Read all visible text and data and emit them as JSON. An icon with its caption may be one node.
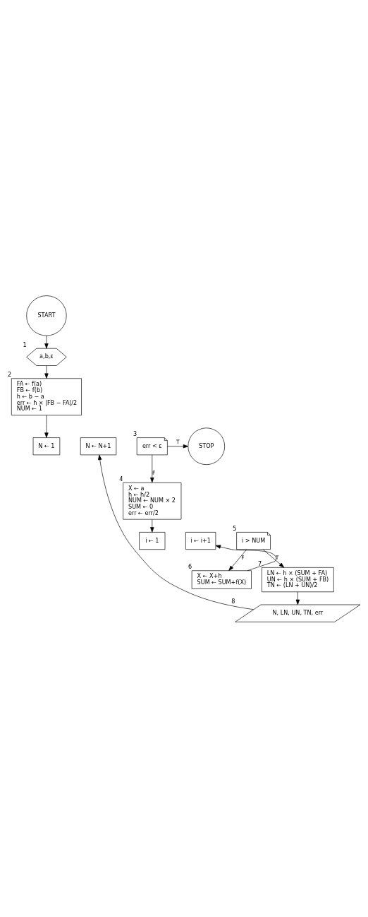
{
  "diagram": {
    "nodes": [
      {
        "text": [
          "START"
        ]
      },
      {
        "text": [
          "a,b,ε"
        ],
        "beside": [
          "1"
        ]
      },
      {
        "text": [
          "FA ← f(a)",
          "FB ← f(b)",
          "h ← b − a",
          "err ← h × |FB − FA|/2",
          "NUM ← 1"
        ],
        "beside": [
          "2"
        ]
      },
      {
        "text": [
          "N ← 1"
        ]
      },
      {
        "text": [
          "N ← N+1"
        ]
      },
      {
        "text": [
          "err < ε"
        ],
        "beside": [
          "3"
        ]
      },
      {
        "text": [
          "STOP"
        ]
      },
      {
        "text": [
          "X ← a",
          "h ← h/2",
          "NUM ← NUM × 2",
          "SUM ← 0",
          "err ← err/2"
        ],
        "beside": [
          "4"
        ]
      },
      {
        "text": [
          "i ← 1"
        ]
      },
      {
        "text": [
          "i ← i+1"
        ]
      },
      {
        "text": [
          "i > NUM"
        ],
        "beside": [
          "5"
        ]
      },
      {
        "text": [
          "X ← X+h",
          "SUM ← SUM+f(X)"
        ],
        "beside": [
          "6"
        ]
      },
      {
        "text": [
          "LN ← h × (SUM + FA)",
          "UN ← h × (SUM + FB)",
          "TN ← (LN + UN)/2"
        ],
        "beside": [
          "7"
        ]
      },
      {
        "text": [
          "N, LN, UN, TN, err"
        ],
        "beside": [
          "8"
        ]
      }
    ],
    "edges": [
      {
        "from": 0,
        "to": 1,
        "arrow": "to"
      },
      {
        "from": 1,
        "to": 2,
        "arrow": "to"
      },
      {
        "from": 2,
        "to": 3,
        "arrow": "to"
      },
      {
        "from": 5,
        "to": 6,
        "arrow": "to",
        "label": "T"
      },
      {
        "from": 5,
        "to": 7,
        "arrow": "to",
        "label": "F"
      },
      {
        "from": 7,
        "to": 8,
        "arrow": "to"
      },
      {
        "from": 10,
        "to": 12,
        "arrow": "to",
        "label": "T"
      },
      {
        "from": 10,
        "to": 11,
        "arrow": "to",
        "label": "F"
      },
      {
        "from": 11,
        "to": 9,
        "arrow": "to"
      },
      {
        "from": 12,
        "to": 13,
        "arrow": "to"
      },
      {
        "from": 13,
        "to": 4,
        "arrow": "to"
      }
    ]
  }
}
